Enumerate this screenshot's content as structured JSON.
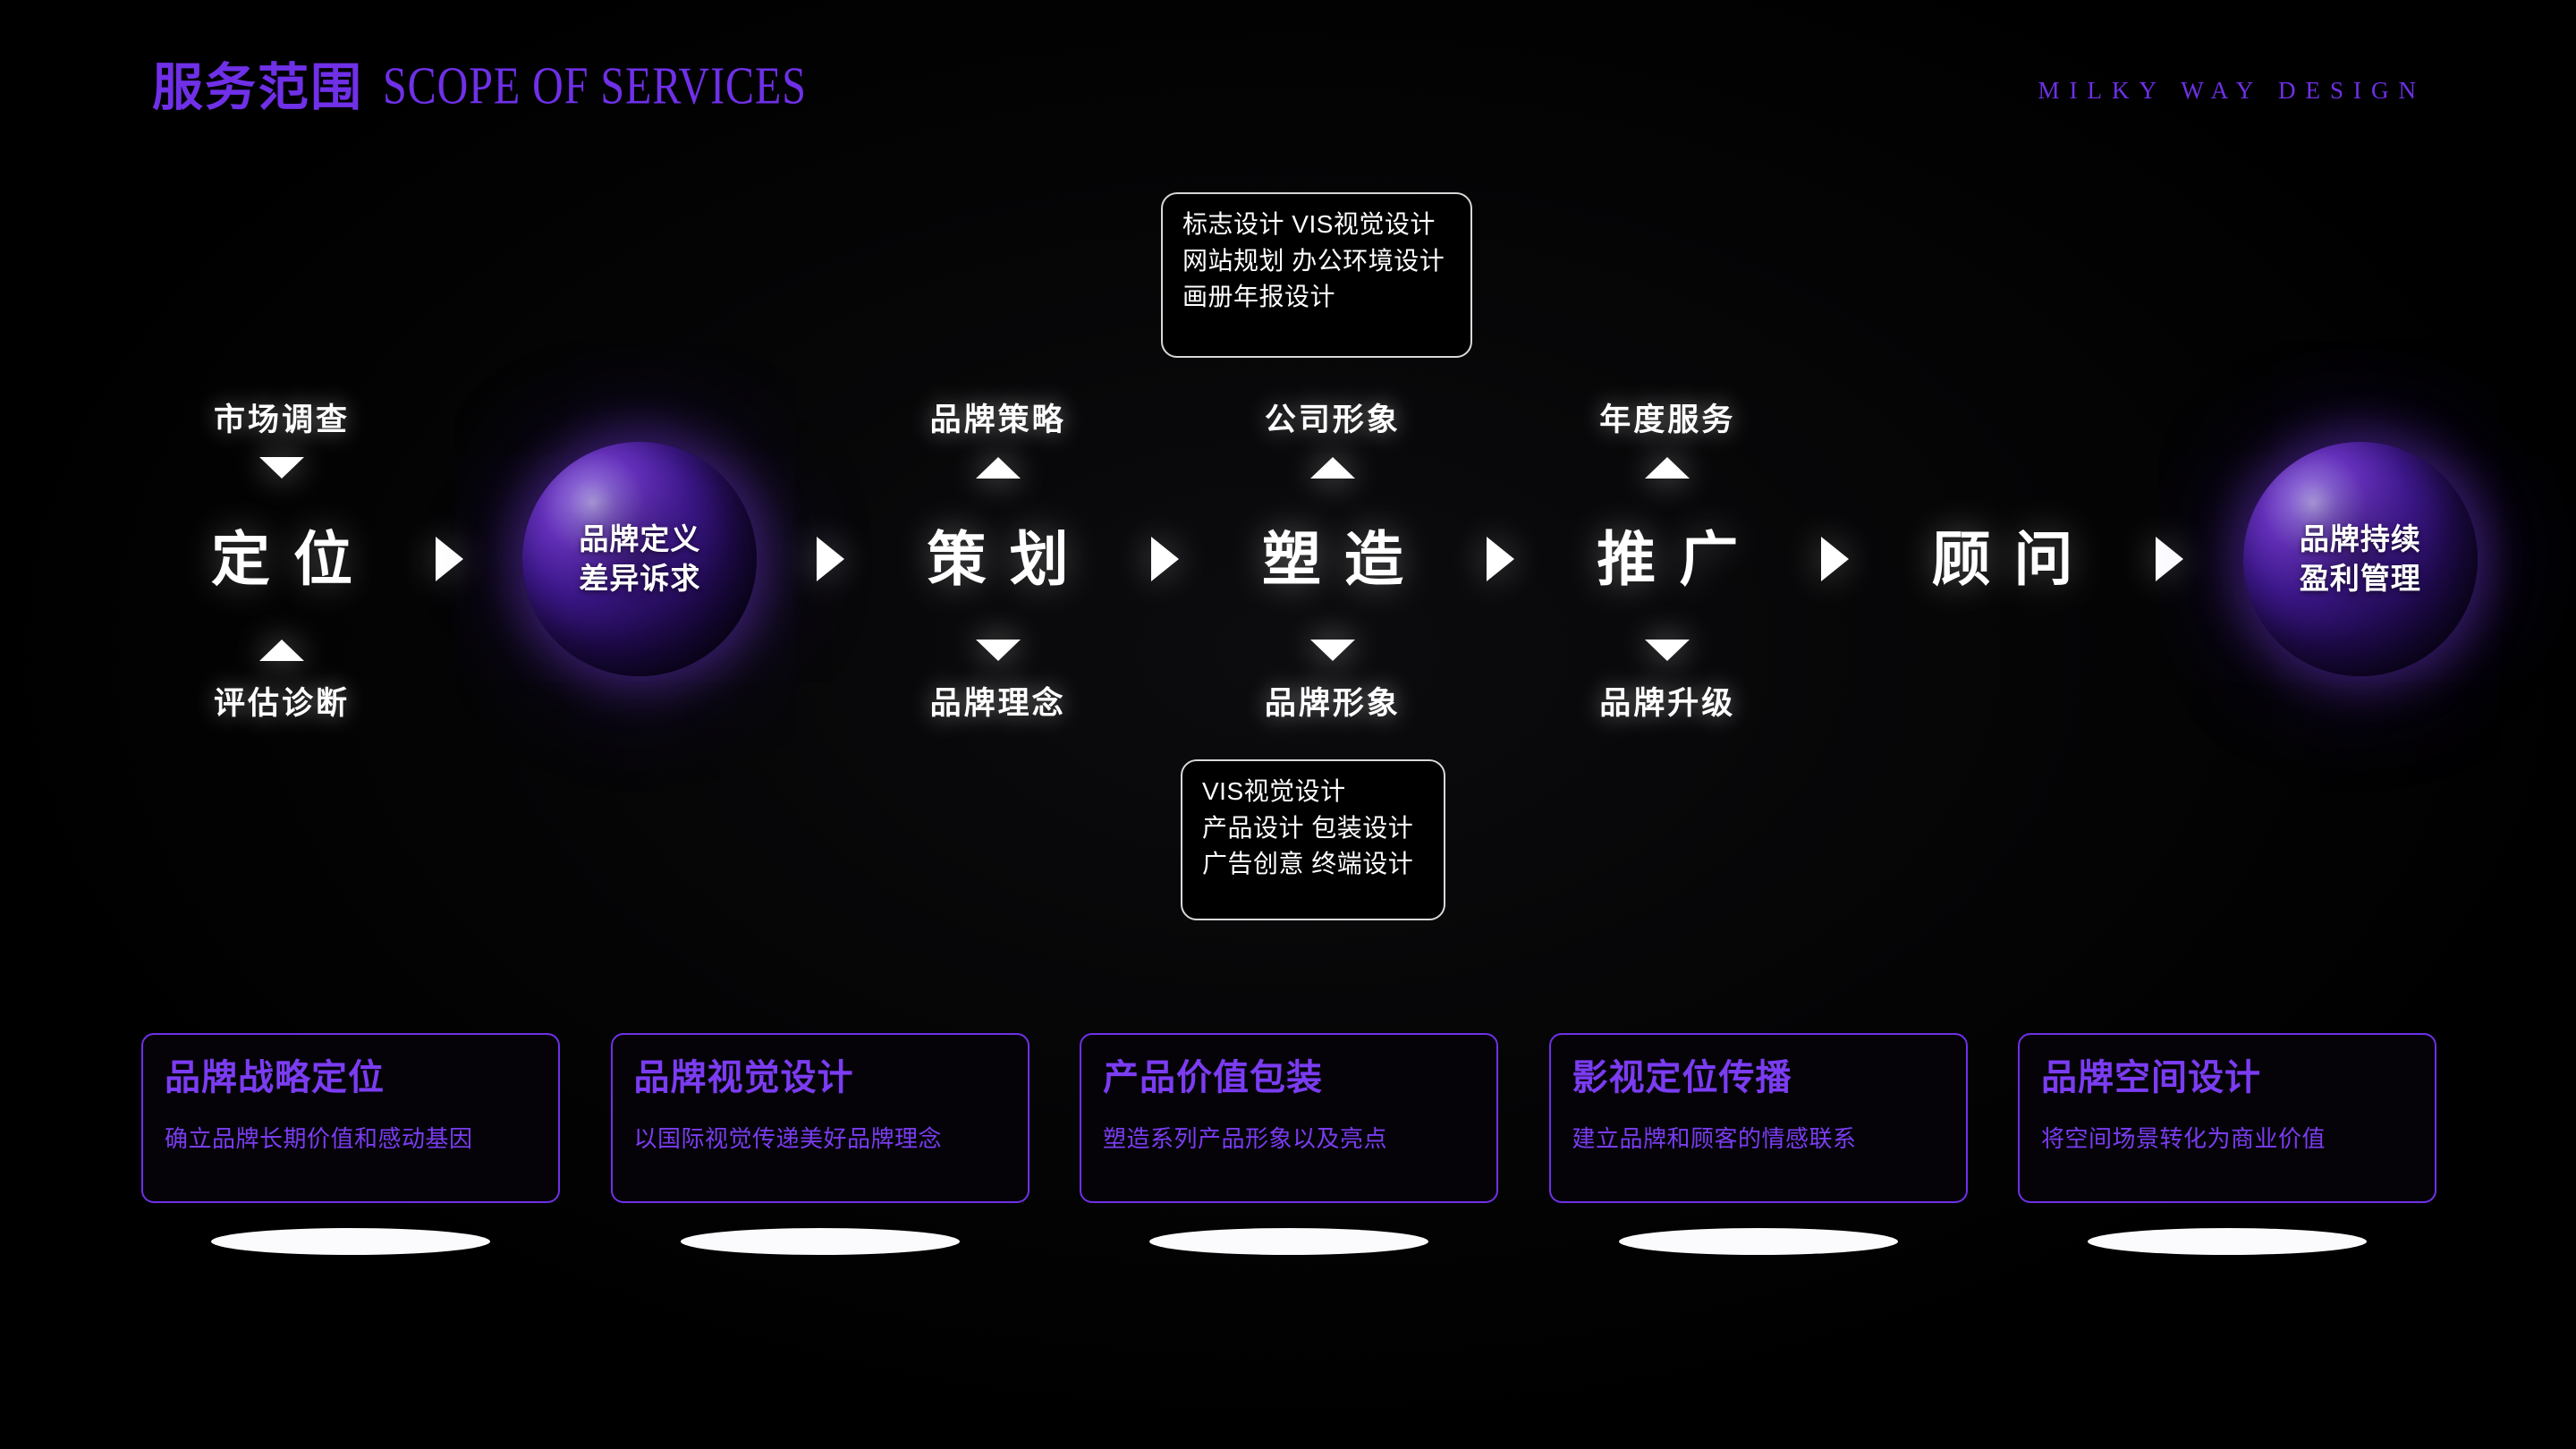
{
  "header": {
    "title_cn": "服务范围",
    "title_en": "SCOPE OF SERVICES",
    "brand": "MILKY WAY DESIGN",
    "accent_color": "#6f30e8"
  },
  "callouts": {
    "top": {
      "lines": [
        "标志设计  VIS视觉设计",
        "网站规划  办公环境设计",
        "画册年报设计"
      ]
    },
    "bottom": {
      "lines": [
        "VIS视觉设计",
        "产品设计  包装设计",
        "广告创意  终端设计"
      ]
    }
  },
  "flow": {
    "steps": [
      {
        "kind": "step",
        "main": "定位",
        "top_label": "市场调查",
        "bottom_label": "评估诊断",
        "top_marker": "triangle-down",
        "bottom_marker": "triangle-up"
      },
      {
        "kind": "sphere",
        "lines": [
          "品牌定义",
          "差异诉求"
        ],
        "color": "#6f30e8"
      },
      {
        "kind": "step",
        "main": "策划",
        "top_label": "品牌策略",
        "bottom_label": "品牌理念",
        "top_marker": "triangle-up",
        "bottom_marker": "triangle-down"
      },
      {
        "kind": "step",
        "main": "塑造",
        "top_label": "公司形象",
        "bottom_label": "品牌形象",
        "top_marker": "triangle-up",
        "bottom_marker": "triangle-down"
      },
      {
        "kind": "step",
        "main": "推广",
        "top_label": "年度服务",
        "bottom_label": "品牌升级",
        "top_marker": "triangle-up",
        "bottom_marker": "triangle-down"
      },
      {
        "kind": "step",
        "main": "顾问",
        "top_label": "",
        "bottom_label": "",
        "top_marker": "",
        "bottom_marker": ""
      },
      {
        "kind": "sphere",
        "lines": [
          "品牌持续",
          "盈利管理"
        ],
        "color": "#6f30e8"
      }
    ],
    "arrow_icon": "play-triangle-right-icon"
  },
  "cards": [
    {
      "title": "品牌战略定位",
      "desc": "确立品牌长期价值和感动基因"
    },
    {
      "title": "品牌视觉设计",
      "desc": "以国际视觉传递美好品牌理念"
    },
    {
      "title": "产品价值包装",
      "desc": "塑造系列产品形象以及亮点"
    },
    {
      "title": "影视定位传播",
      "desc": "建立品牌和顾客的情感联系"
    },
    {
      "title": "品牌空间设计",
      "desc": "将空间场景转化为商业价值"
    }
  ]
}
